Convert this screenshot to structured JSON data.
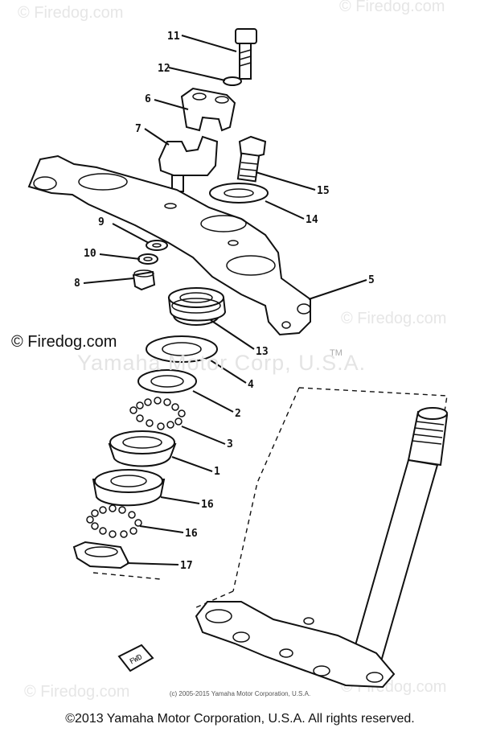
{
  "watermarks": {
    "site": "© Firedog.com",
    "site_prominent": "© Firedog.com",
    "brand": "Yamaha Motor Corp, U.S.A.",
    "trademark": "TM",
    "fwd_arrow": "FWD"
  },
  "callouts": {
    "c1": "1",
    "c2": "2",
    "c3": "3",
    "c4": "4",
    "c5": "5",
    "c6": "6",
    "c7": "7",
    "c8": "8",
    "c9": "9",
    "c10": "10",
    "c11": "11",
    "c12": "12",
    "c13": "13",
    "c14": "14",
    "c15": "15",
    "c16a": "16",
    "c16b": "16",
    "c17": "17"
  },
  "copyright_small": "(c) 2005-2015 Yamaha Motor Corporation, U.S.A.",
  "copyright_footer": "©2013 Yamaha Motor Corporation, U.S.A. All rights reserved."
}
